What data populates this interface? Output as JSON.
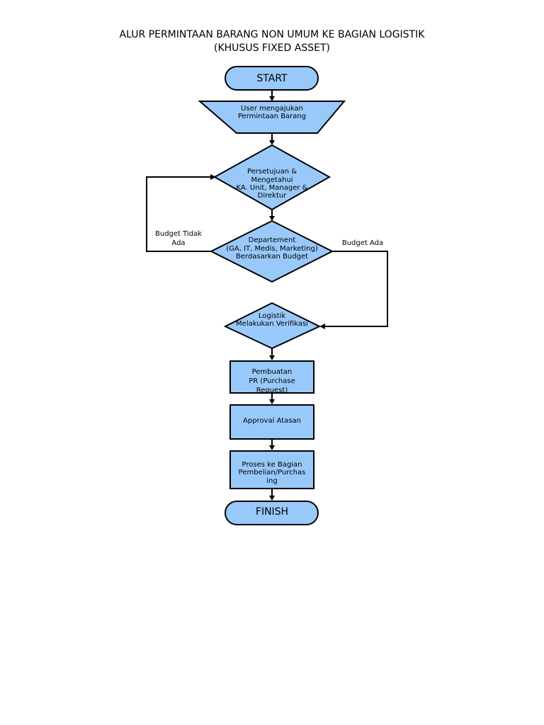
{
  "title": {
    "line1": "ALUR PERMINTAAN BARANG NON UMUM KE BAGIAN LOGISTIK",
    "line2": "(KHUSUS FIXED ASSET)"
  },
  "nodes": {
    "start": "START",
    "user_request": [
      "User mengajukan",
      "Permintaan Barang"
    ],
    "approval_diamond": [
      "Persetujuan &",
      "Mengetahui",
      "KA. Unit, Manager &",
      "Direktur"
    ],
    "department_diamond": [
      "Departement",
      "(GA, IT, Medis, Marketing)",
      "Berdasarkan Budget"
    ],
    "logistik_diamond": [
      "Logistik",
      "Melakukan Verifikasi"
    ],
    "pembuatan_pr": [
      "Pembuatan",
      "PR (Purchase",
      "Request)"
    ],
    "approval_atasan": "Approval Atasan",
    "proses_pembelian": [
      "Proses ke Bagian",
      "Pembelian/Purchas",
      "ing"
    ],
    "finish": "FINISH"
  },
  "edge_labels": {
    "budget_tidak_ada": [
      "Budget Tidak",
      "Ada"
    ],
    "budget_ada": "Budget Ada"
  },
  "colors": {
    "shape_fill": "#99c9fa",
    "stroke": "#000000"
  }
}
